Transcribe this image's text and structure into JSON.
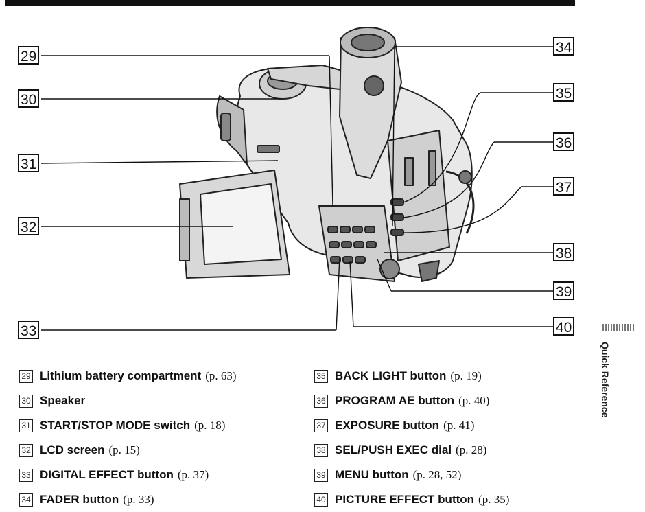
{
  "callouts": [
    "29",
    "30",
    "31",
    "32",
    "33",
    "34",
    "35",
    "36",
    "37",
    "38",
    "39",
    "40"
  ],
  "legend_left": [
    {
      "num": "29",
      "name": "Lithium battery compartment",
      "page": "(p. 63)"
    },
    {
      "num": "30",
      "name": "Speaker",
      "page": ""
    },
    {
      "num": "31",
      "name": "START/STOP MODE switch",
      "page": "(p. 18)"
    },
    {
      "num": "32",
      "name": "LCD screen",
      "page": "(p. 15)"
    },
    {
      "num": "33",
      "name": "DIGITAL EFFECT button",
      "page": "(p. 37)"
    },
    {
      "num": "34",
      "name": "FADER button",
      "page": "(p. 33)"
    }
  ],
  "legend_right": [
    {
      "num": "35",
      "name": "BACK LIGHT button",
      "page": "(p. 19)"
    },
    {
      "num": "36",
      "name": "PROGRAM AE button",
      "page": "(p. 40)"
    },
    {
      "num": "37",
      "name": "EXPOSURE button",
      "page": "(p. 41)"
    },
    {
      "num": "38",
      "name": "SEL/PUSH EXEC dial",
      "page": "(p. 28)"
    },
    {
      "num": "39",
      "name": "MENU button",
      "page": "(p. 28, 52)"
    },
    {
      "num": "40",
      "name": "PICTURE EFFECT button",
      "page": "(p. 35)"
    }
  ],
  "side_tab": "Quick Reference"
}
